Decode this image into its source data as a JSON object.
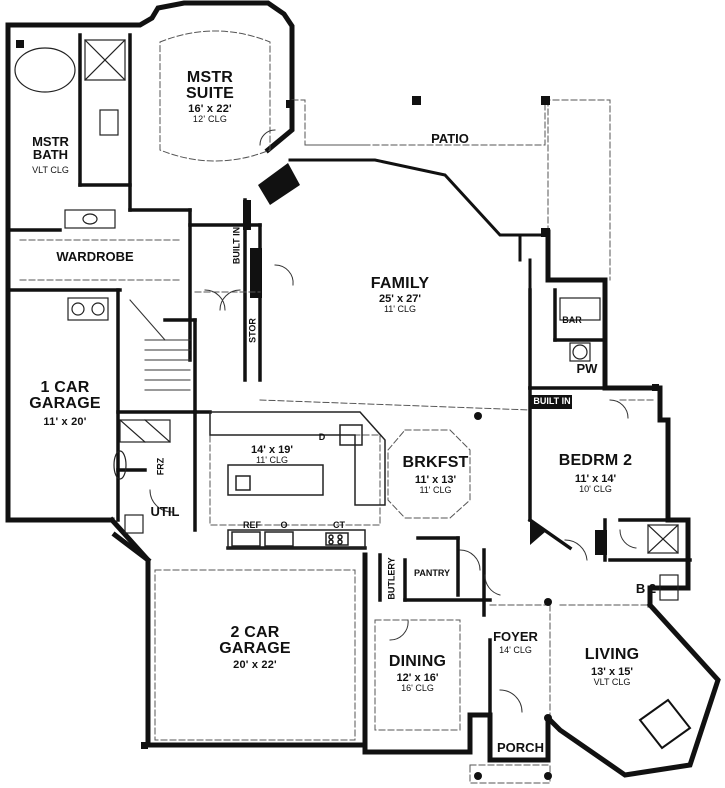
{
  "plan": {
    "rooms": {
      "master_suite": {
        "name_line1": "MSTR",
        "name_line2": "SUITE",
        "size": "16' x 22'",
        "ceiling": "12' CLG"
      },
      "master_bath": {
        "name_line1": "MSTR",
        "name_line2": "BATH",
        "ceiling": "VLT CLG"
      },
      "wardrobe": {
        "name": "WARDROBE"
      },
      "patio": {
        "name": "PATIO"
      },
      "family": {
        "name": "FAMILY",
        "size": "25' x 27'",
        "ceiling": "11' CLG"
      },
      "bar": {
        "name": "BAR"
      },
      "powder": {
        "name": "PW"
      },
      "garage_1": {
        "name_line1": "1 CAR",
        "name_line2": "GARAGE",
        "size": "11' x 20'"
      },
      "kitchen": {
        "size": "14' x 19'",
        "ceiling": "11' CLG"
      },
      "breakfast": {
        "name": "BRKFST",
        "size": "11' x 13'",
        "ceiling": "11' CLG"
      },
      "bedroom_2": {
        "name": "BEDRM 2",
        "size": "11' x 14'",
        "ceiling": "10' CLG"
      },
      "utility": {
        "name": "UTIL"
      },
      "garage_2": {
        "name_line1": "2 CAR",
        "name_line2": "GARAGE",
        "size": "20' x 22'"
      },
      "pantry": {
        "name": "PANTRY"
      },
      "butlery": {
        "name": "BUTLERY"
      },
      "dining": {
        "name": "DINING",
        "size": "12' x 16'",
        "ceiling": "16' CLG"
      },
      "foyer": {
        "name": "FOYER",
        "ceiling": "14' CLG"
      },
      "living": {
        "name": "LIVING",
        "size": "13' x 15'",
        "ceiling": "VLT CLG"
      },
      "bath_2": {
        "name": "B 2"
      },
      "porch": {
        "name": "PORCH"
      }
    },
    "fixtures": {
      "built_in_1": "BUILT IN",
      "built_in_2": "BUILT IN",
      "built_in_3": "BUILT IN",
      "storage": "STOR",
      "freezer": "FRZ",
      "dishwasher": "D",
      "refrigerator": "REF",
      "oven": "O",
      "cooktop": "CT"
    },
    "colors": {
      "wall": "#111111",
      "line": "#222222",
      "dash": "#555555",
      "background": "#ffffff"
    }
  }
}
